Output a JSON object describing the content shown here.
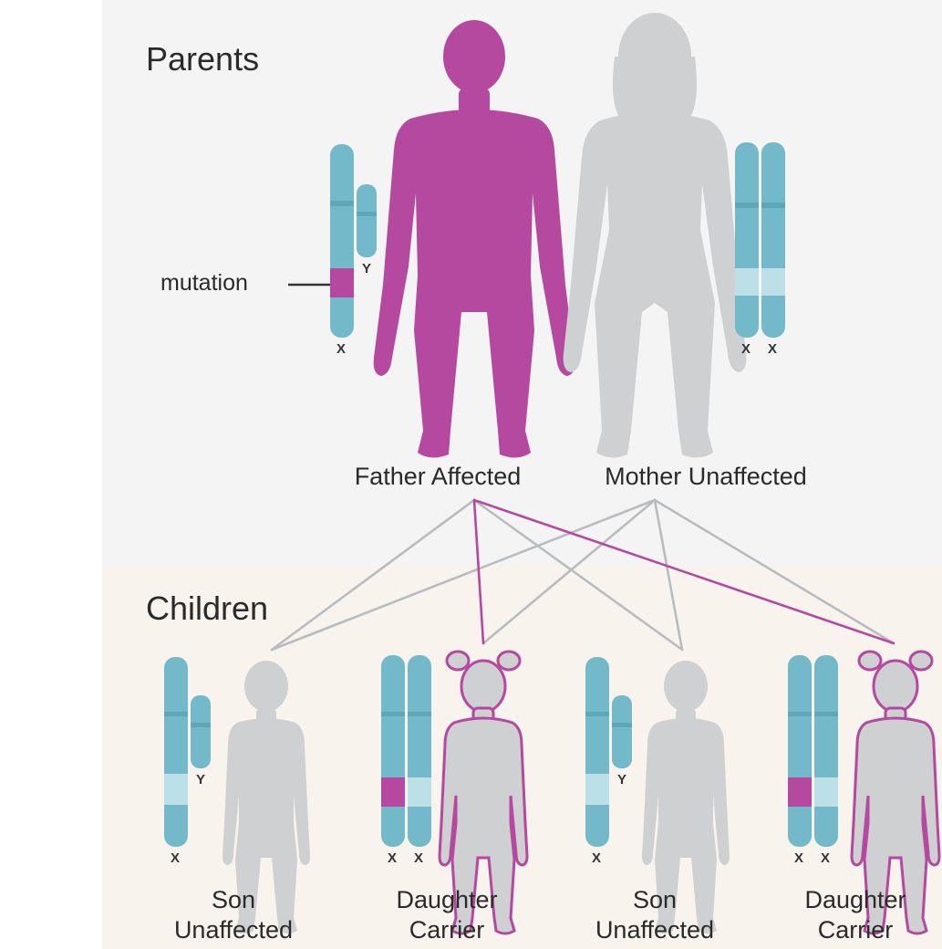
{
  "sections": {
    "parents_title": "Parents",
    "children_title": "Children"
  },
  "mutation_label": "mutation",
  "parents": {
    "father": {
      "caption": "Father Affected",
      "chromosomes": [
        "X",
        "Y"
      ]
    },
    "mother": {
      "caption": "Mother Unaffected",
      "chromosomes": [
        "X",
        "X"
      ]
    }
  },
  "children": [
    {
      "line1": "Son",
      "line2": "Unaffected",
      "chromosomes": [
        "X",
        "Y"
      ],
      "affected_x": false
    },
    {
      "line1": "Daughter",
      "line2": "Carrier",
      "chromosomes": [
        "X",
        "X"
      ],
      "affected_x": true
    },
    {
      "line1": "Son",
      "line2": "Unaffected",
      "chromosomes": [
        "X",
        "Y"
      ],
      "affected_x": false
    },
    {
      "line1": "Daughter",
      "line2": "Carrier",
      "chromosomes": [
        "X",
        "X"
      ],
      "affected_x": true
    }
  ],
  "colors": {
    "affected": "#b5489f",
    "unaffected": "#cfd0d2",
    "chromosome": "#74b9c9",
    "chromosome_band": "#bde0e8",
    "line_gray": "#b9bcbf"
  }
}
